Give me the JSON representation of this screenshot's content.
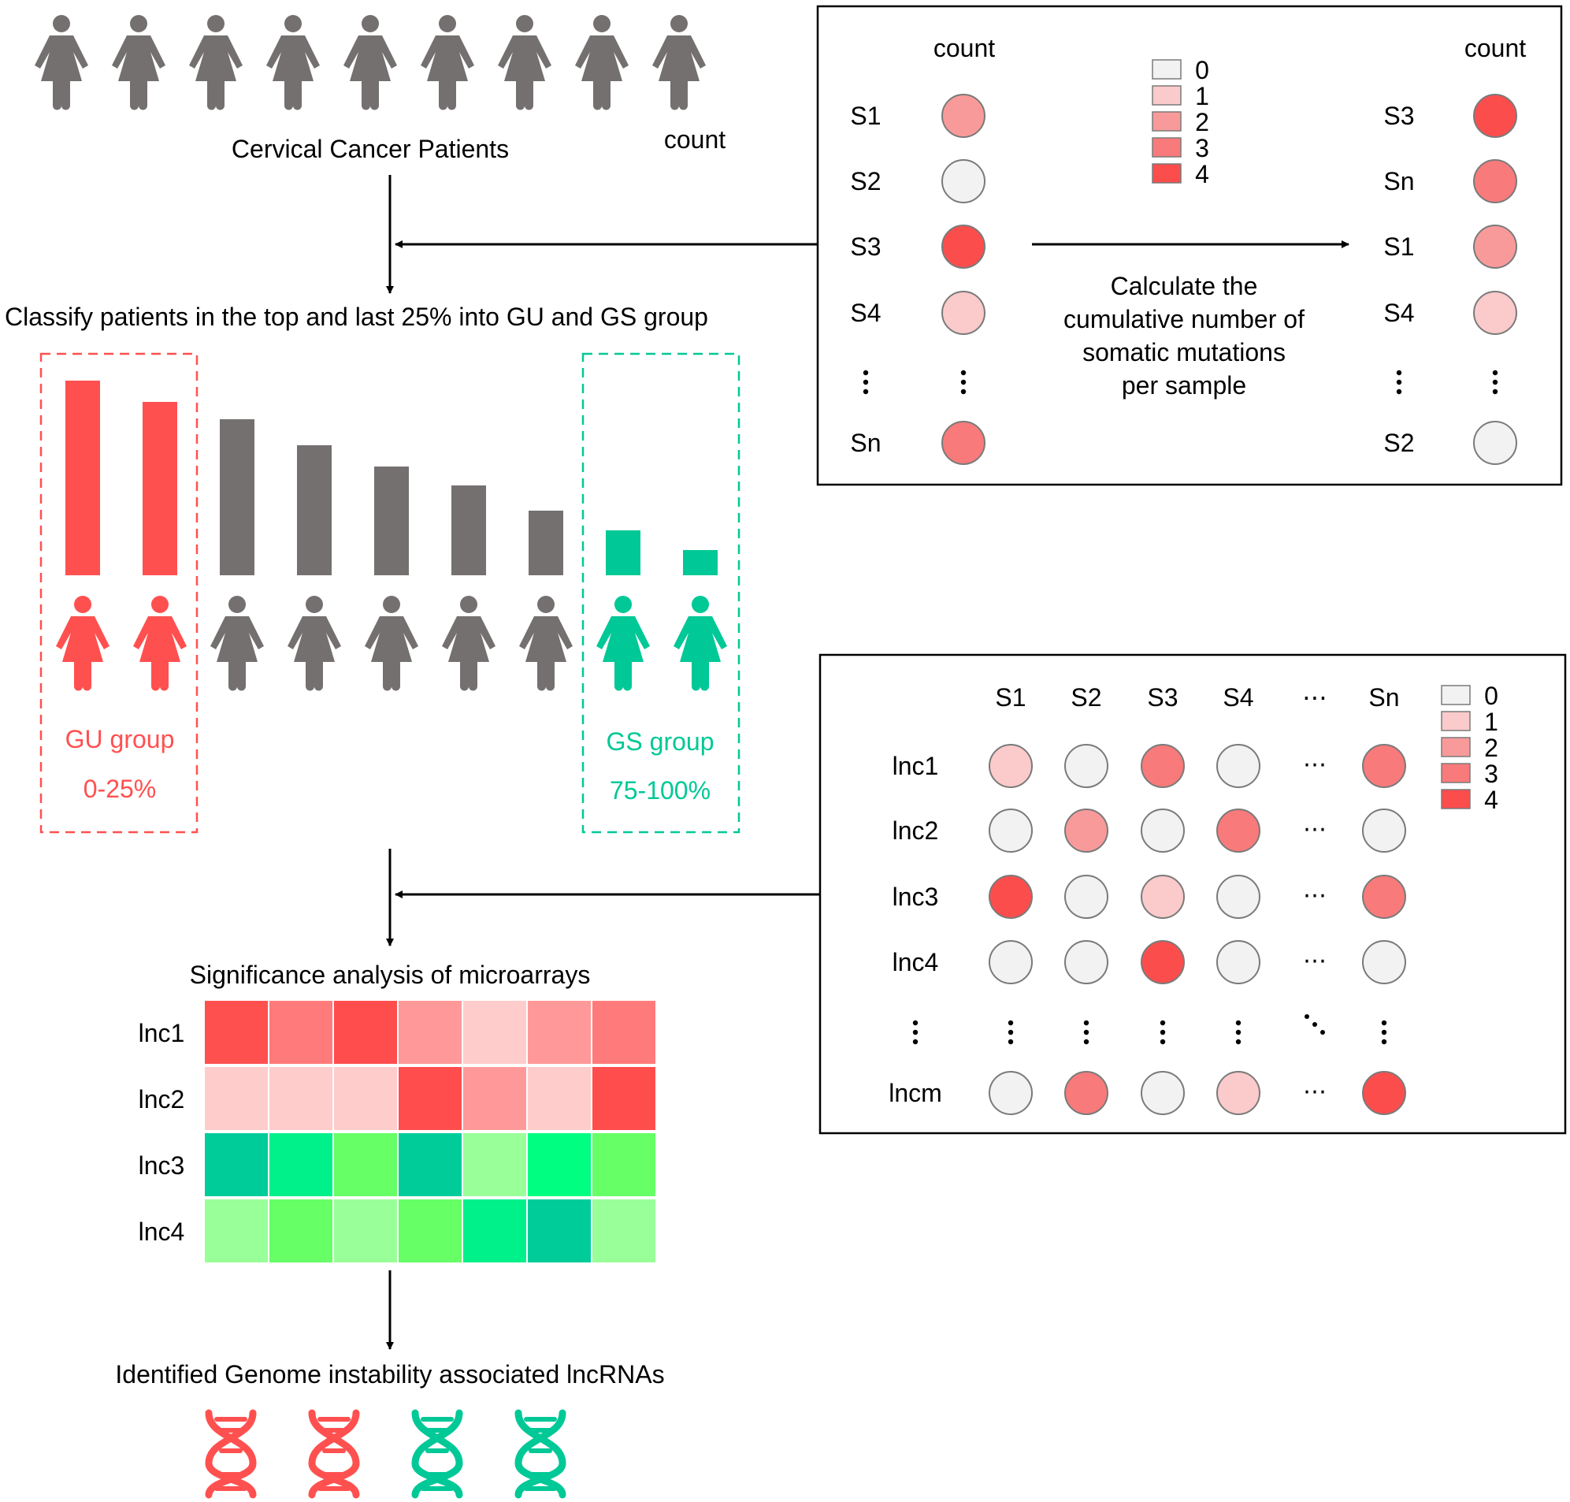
{
  "colors": {
    "gray": "#747070",
    "red": "#ff5050",
    "green": "#00c896",
    "level0": "#f2f2f2",
    "level1": "#fbcaca",
    "level2": "#f99a9a",
    "level3": "#f87a7a",
    "level4": "#fc4d4d",
    "stroke": "#7a7a7a"
  },
  "icons": {
    "person": "person-icon",
    "dna": "dna-icon"
  },
  "top": {
    "patients_label": "Cervical Cancer Patients",
    "count_label": "count",
    "classify_text": "Classify patients in the top and last 25% into GU and GS group"
  },
  "groups": {
    "gu": {
      "name": "GU group",
      "range": "0-25%"
    },
    "gs": {
      "name": "GS group",
      "range": "75-100%"
    }
  },
  "mutation_box": {
    "header_left": "count",
    "header_right": "count",
    "left_rows": [
      {
        "label": "S1",
        "level": 2
      },
      {
        "label": "S2",
        "level": 0
      },
      {
        "label": "S3",
        "level": 4
      },
      {
        "label": "S4",
        "level": 1
      },
      {
        "label": "Sn",
        "level": 3
      }
    ],
    "right_rows": [
      {
        "label": "S3",
        "level": 4
      },
      {
        "label": "Sn",
        "level": 3
      },
      {
        "label": "S1",
        "level": 2
      },
      {
        "label": "S4",
        "level": 1
      },
      {
        "label": "S2",
        "level": 0
      }
    ],
    "legend": [
      "0",
      "1",
      "2",
      "3",
      "4"
    ],
    "caption": [
      "Calculate the",
      "cumulative number of",
      "somatic mutations",
      "per sample"
    ]
  },
  "matrix_box": {
    "columns": [
      "S1",
      "S2",
      "S3",
      "S4",
      "⋯",
      "Sn"
    ],
    "rows": [
      {
        "label": "lnc1",
        "levels": [
          1,
          0,
          3,
          0,
          3
        ]
      },
      {
        "label": "lnc2",
        "levels": [
          0,
          2,
          0,
          3,
          0
        ]
      },
      {
        "label": "lnc3",
        "levels": [
          4,
          0,
          1,
          0,
          3
        ]
      },
      {
        "label": "lnc4",
        "levels": [
          0,
          0,
          4,
          0,
          0
        ]
      },
      {
        "label": "lncm",
        "levels": [
          0,
          3,
          0,
          1,
          4
        ]
      }
    ],
    "legend": [
      "0",
      "1",
      "2",
      "3",
      "4"
    ]
  },
  "sam": {
    "title": "Significance analysis of microarrays",
    "rows": [
      {
        "label": "lnc1",
        "cells": [
          "#ff5050",
          "#ff7b7b",
          "#ff4d4d",
          "#ff9999",
          "#ffcccc",
          "#ff9999",
          "#ff7b7b"
        ]
      },
      {
        "label": "lnc2",
        "cells": [
          "#ffcccc",
          "#ffcccc",
          "#ffcccc",
          "#ff4d4d",
          "#ff9999",
          "#ffcccc",
          "#ff4d4d"
        ]
      },
      {
        "label": "lnc3",
        "cells": [
          "#00cc99",
          "#00f08a",
          "#66ff66",
          "#00cc99",
          "#99ff99",
          "#00ff80",
          "#66ff66"
        ]
      },
      {
        "label": "lnc4",
        "cells": [
          "#99ff99",
          "#66ff66",
          "#99ff99",
          "#66ff66",
          "#00f08a",
          "#00cc99",
          "#99ff99"
        ]
      }
    ]
  },
  "result": {
    "label": "Identified Genome instability associated lncRNAs",
    "dna_colors": [
      "#ff5050",
      "#ff5050",
      "#00c896",
      "#00c896"
    ]
  },
  "bars": {
    "relative_heights": [
      1.0,
      0.89,
      0.8,
      0.67,
      0.56,
      0.46,
      0.33,
      0.23,
      0.13
    ],
    "groups": [
      "gu",
      "gu",
      "none",
      "none",
      "none",
      "none",
      "none",
      "gs",
      "gs"
    ]
  }
}
